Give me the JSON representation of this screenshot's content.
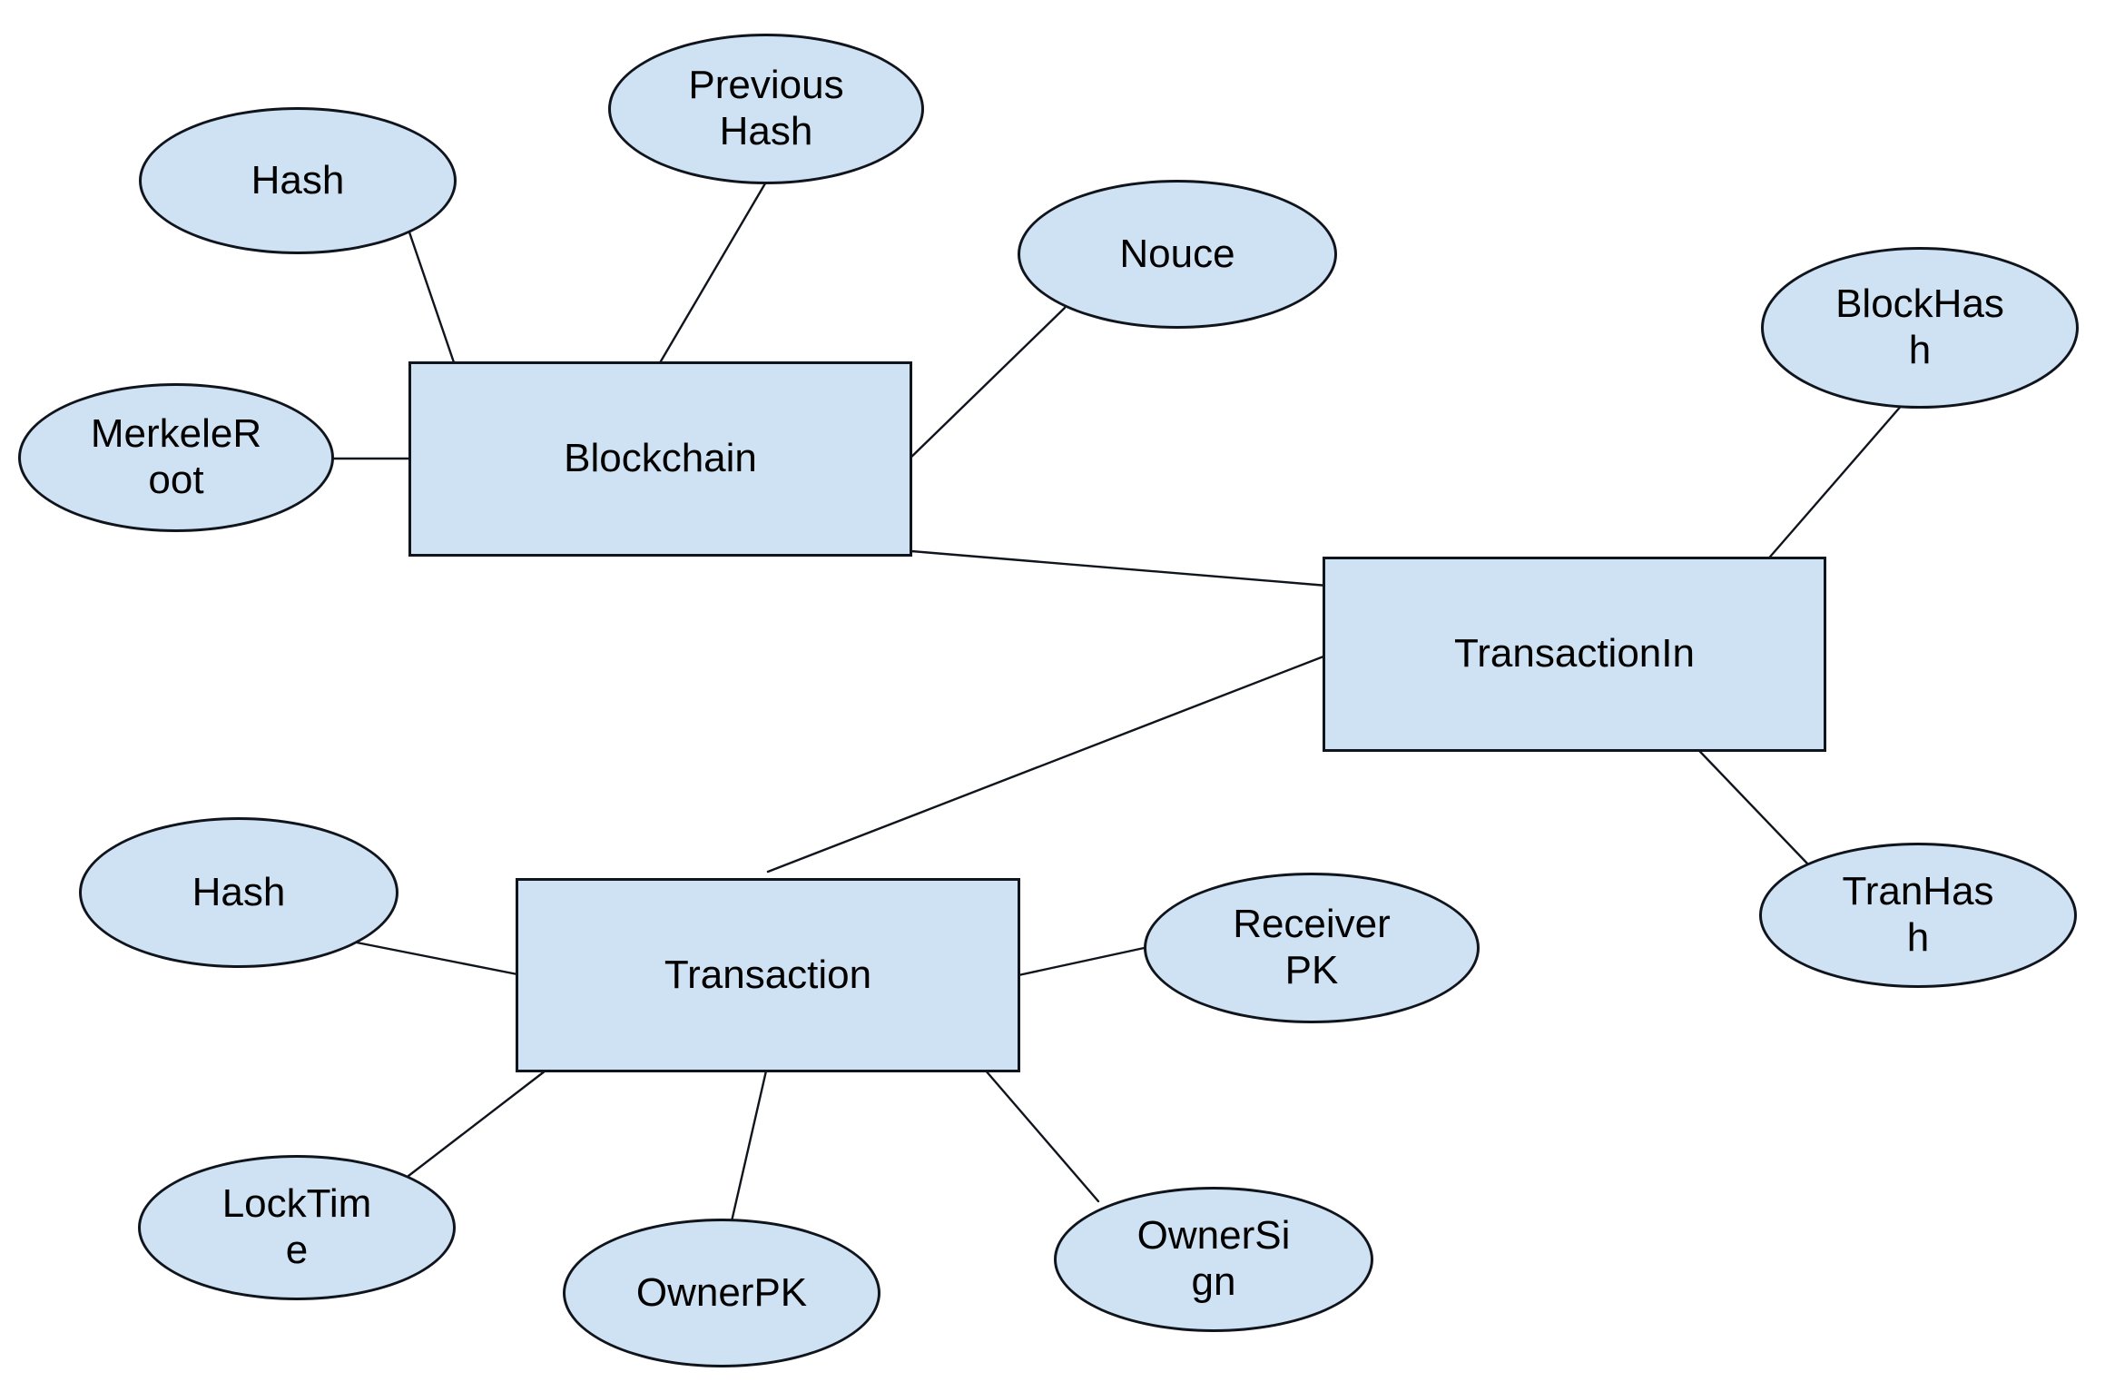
{
  "diagram": {
    "type": "entity-relationship",
    "entities": [
      {
        "id": "blockchain",
        "label": "Blockchain"
      },
      {
        "id": "transaction-in",
        "label": "TransactionIn"
      },
      {
        "id": "transaction",
        "label": "Transaction"
      }
    ],
    "attributes": [
      {
        "id": "hash-block",
        "label": "Hash",
        "entity": "blockchain"
      },
      {
        "id": "previous-hash",
        "label": "Previous\nHash",
        "entity": "blockchain"
      },
      {
        "id": "nouce",
        "label": "Nouce",
        "entity": "blockchain"
      },
      {
        "id": "merkele-root",
        "label": "MerkeleR\noot",
        "entity": "blockchain"
      },
      {
        "id": "block-hash",
        "label": "BlockHas\nh",
        "entity": "transaction-in"
      },
      {
        "id": "tran-hash",
        "label": "TranHas\nh",
        "entity": "transaction-in"
      },
      {
        "id": "hash-transaction",
        "label": "Hash",
        "entity": "transaction"
      },
      {
        "id": "receiver-pk",
        "label": "Receiver\nPK",
        "entity": "transaction"
      },
      {
        "id": "lock-time",
        "label": "LockTim\ne",
        "entity": "transaction"
      },
      {
        "id": "owner-pk",
        "label": "OwnerPK",
        "entity": "transaction"
      },
      {
        "id": "owner-sign",
        "label": "OwnerSi\ngn",
        "entity": "transaction"
      }
    ],
    "relationships": [
      {
        "from": "blockchain",
        "to": "transaction-in"
      },
      {
        "from": "transaction",
        "to": "transaction-in"
      }
    ],
    "colors": {
      "shape_fill": "#cfe2f3",
      "shape_stroke": "#10141c",
      "line": "#10141c",
      "text": "#000000",
      "background": "#ffffff"
    }
  }
}
